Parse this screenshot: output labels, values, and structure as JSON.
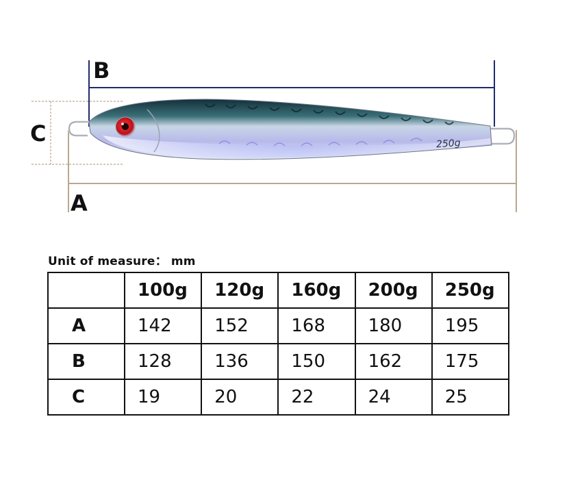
{
  "diagram": {
    "dimension_labels": {
      "a": "A",
      "b": "B",
      "c": "C"
    },
    "lure_weight_mark": "250g",
    "colors": {
      "b_line": "#1f2a6b",
      "a_line": "#b9a78f",
      "c_line": "#b9a78f",
      "lure_back": "#1b3a44",
      "lure_belly": "#c9cbe8",
      "eye_red": "#d0202a"
    }
  },
  "unit": {
    "label": "Unit of measure：",
    "value": "mm"
  },
  "table": {
    "headers": [
      "100g",
      "120g",
      "160g",
      "200g",
      "250g"
    ],
    "rows": [
      {
        "label": "A",
        "values": [
          "142",
          "152",
          "168",
          "180",
          "195"
        ]
      },
      {
        "label": "B",
        "values": [
          "128",
          "136",
          "150",
          "162",
          "175"
        ]
      },
      {
        "label": "C",
        "values": [
          "19",
          "20",
          "22",
          "24",
          "25"
        ]
      }
    ]
  }
}
